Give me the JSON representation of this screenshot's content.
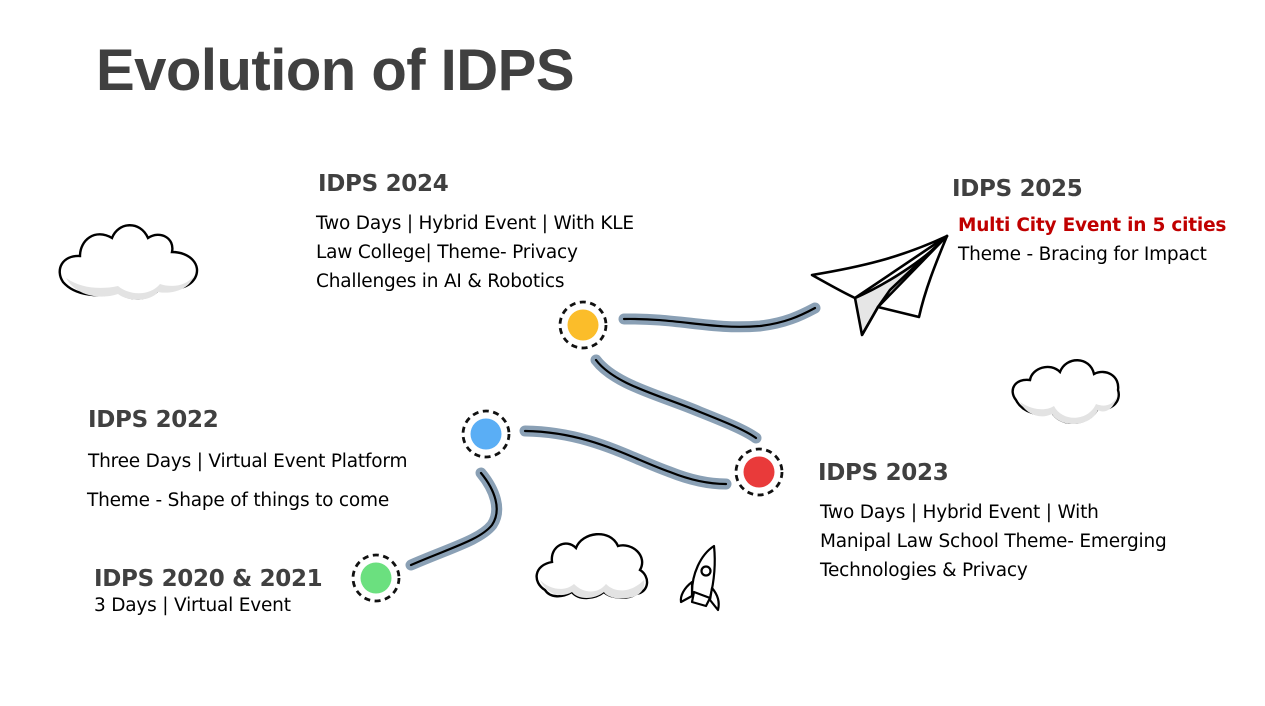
{
  "slide": {
    "title": "Evolution of IDPS"
  },
  "milestones": [
    {
      "id": "2020-2021",
      "heading": "IDPS 2020 & 2021",
      "lines": [
        "3 Days | Virtual Event"
      ],
      "marker_color": "#6be07f"
    },
    {
      "id": "2022",
      "heading": "IDPS 2022",
      "lines": [
        "Three Days | Virtual Event Platform",
        "Theme - Shape of things to come"
      ],
      "marker_color": "#5aaef5"
    },
    {
      "id": "2023",
      "heading": "IDPS 2023",
      "lines": [
        "Two Days | Hybrid Event | With",
        "Manipal Law School Theme- Emerging",
        "Technologies & Privacy"
      ],
      "marker_color": "#e93a3a"
    },
    {
      "id": "2024",
      "heading": "IDPS 2024",
      "lines": [
        "Two Days | Hybrid Event | With KLE",
        "Law College| Theme- Privacy",
        "Challenges in AI & Robotics"
      ],
      "marker_color": "#fbbd2a"
    },
    {
      "id": "2025",
      "heading": "IDPS 2025",
      "highlight": "Multi City Event in 5 cities",
      "lines": [
        "Theme - Bracing for Impact"
      ],
      "highlight_color": "#c00000"
    }
  ],
  "decorations": {
    "path_color": "#8aa0b5",
    "icons": [
      "cloud-icon",
      "cloud-icon",
      "cloud-icon",
      "rocket-icon",
      "paper-plane-icon"
    ]
  }
}
